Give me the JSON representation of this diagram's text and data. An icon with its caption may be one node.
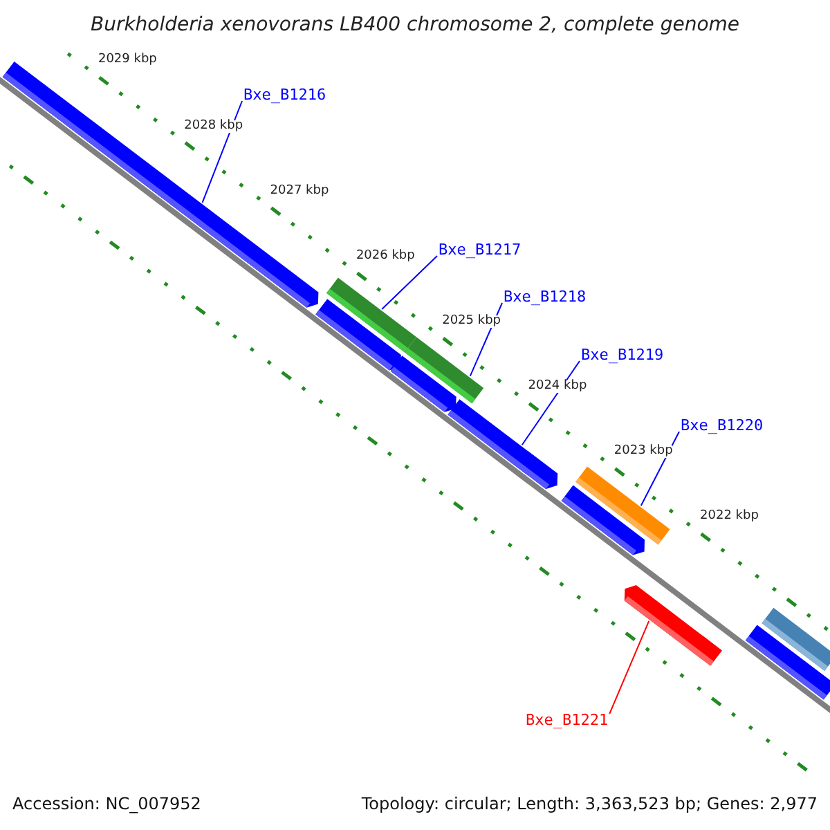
{
  "diagram": {
    "title": "Burkholderia xenovorans LB400 chromosome 2, complete genome",
    "nodes": [
      {
        "text": [
          "Bxe_B1216"
        ]
      },
      {
        "text": [
          "Bxe_B1217"
        ]
      },
      {
        "text": [
          "Bxe_B1218"
        ]
      },
      {
        "text": [
          "Bxe_B1219"
        ]
      },
      {
        "text": [
          "Bxe_B1220"
        ]
      },
      {
        "text": [
          "Bxe_B1221"
        ]
      },
      {
        "text": [],
        "shape": "bar"
      },
      {
        "text": [],
        "shape": "bar"
      },
      {
        "text": [],
        "shape": "bar"
      },
      {
        "text": [],
        "shape": "bar"
      },
      {
        "text": [],
        "shape": "bar"
      },
      {
        "text": [],
        "shape": "bar"
      },
      {
        "text": [],
        "shape": "bar"
      },
      {
        "text": [],
        "shape": "bar"
      },
      {
        "text": [],
        "shape": "bar"
      },
      {
        "text": [],
        "shape": "bar"
      },
      {
        "text": [],
        "shape": "bar"
      }
    ],
    "edges": [
      {
        "from": 0,
        "to": 6,
        "arrow": "none"
      },
      {
        "from": 1,
        "to": 7,
        "arrow": "none"
      },
      {
        "from": 2,
        "to": 8,
        "arrow": "none"
      },
      {
        "from": 3,
        "to": 11,
        "arrow": "none"
      },
      {
        "from": 4,
        "to": 12,
        "arrow": "none"
      },
      {
        "from": 5,
        "to": 14,
        "arrow": "none",
        "color": "#ff0000"
      }
    ],
    "labels": [
      "2029 kbp",
      "2028 kbp",
      "2027 kbp",
      "2026 kbp",
      "2025 kbp",
      "2024 kbp",
      "2023 kbp",
      "2022 kbp",
      "Accession: NC_007952",
      "Topology: circular; Length: 3,363,523 bp; Genes: 2,977"
    ]
  }
}
